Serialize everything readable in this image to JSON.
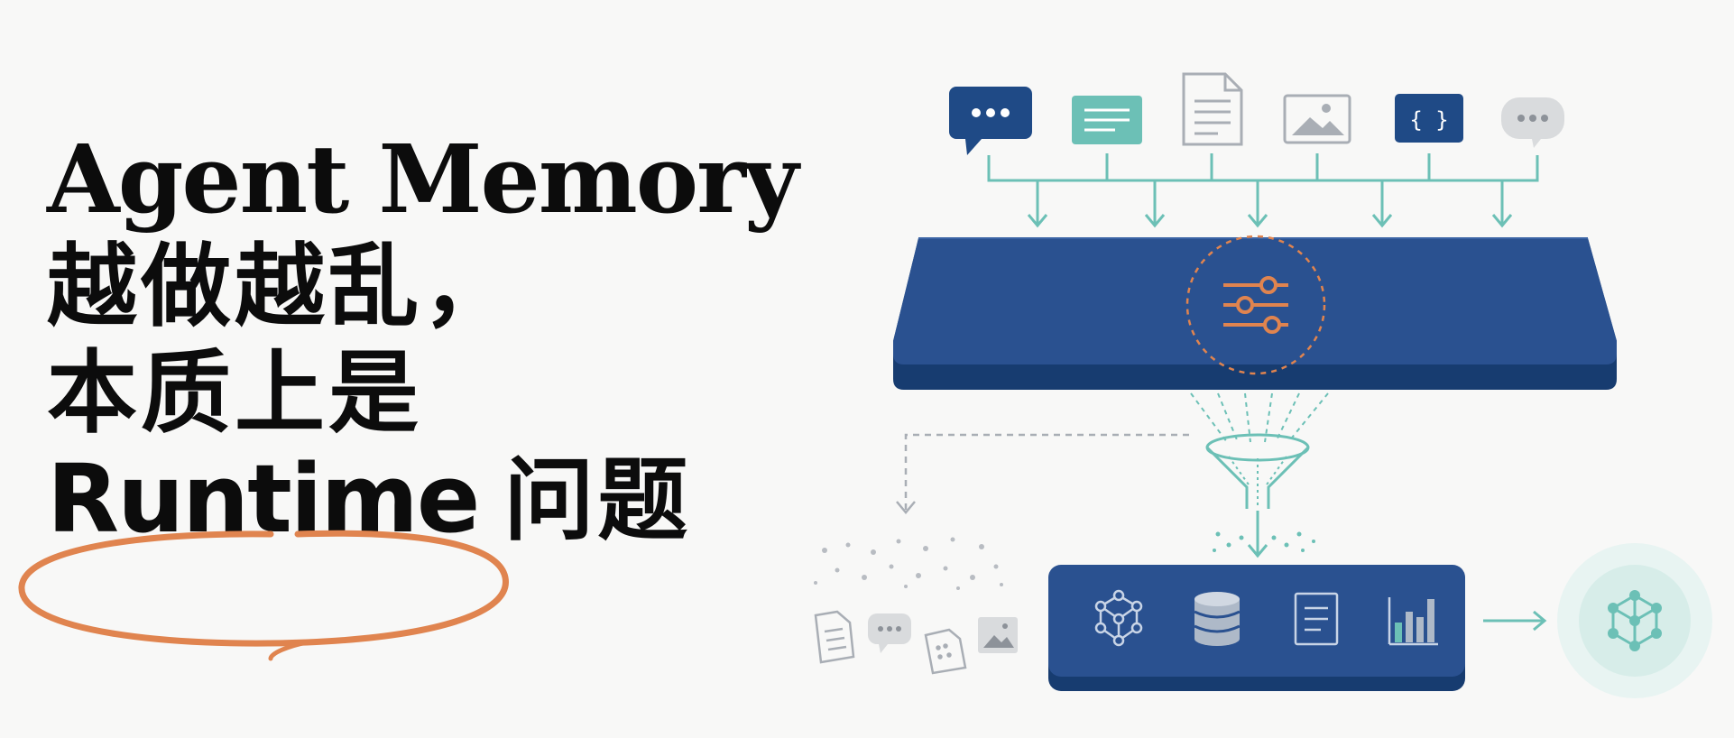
{
  "title": {
    "line1": "Agent Memory",
    "line2": "越做越乱，",
    "line3": "本质上是",
    "line4_a": "Runtime",
    "line4_b": "问题"
  },
  "icons": {
    "inputs": [
      "chat-bubble-icon",
      "text-card-icon",
      "document-icon",
      "image-icon",
      "code-braces-icon",
      "chat-bubble-icon"
    ],
    "runtime_panel": "sliders-icon",
    "output_panel": [
      "graph-icon",
      "database-icon",
      "document-icon",
      "bar-chart-icon"
    ],
    "result": "network-icon",
    "discarded": [
      "document-icon",
      "chat-bubble-icon",
      "document-icon",
      "image-icon"
    ]
  },
  "colors": {
    "navy": "#1f4a86",
    "teal": "#6cc0b6",
    "orange": "#e0844f",
    "gray": "#a9aeb5"
  }
}
